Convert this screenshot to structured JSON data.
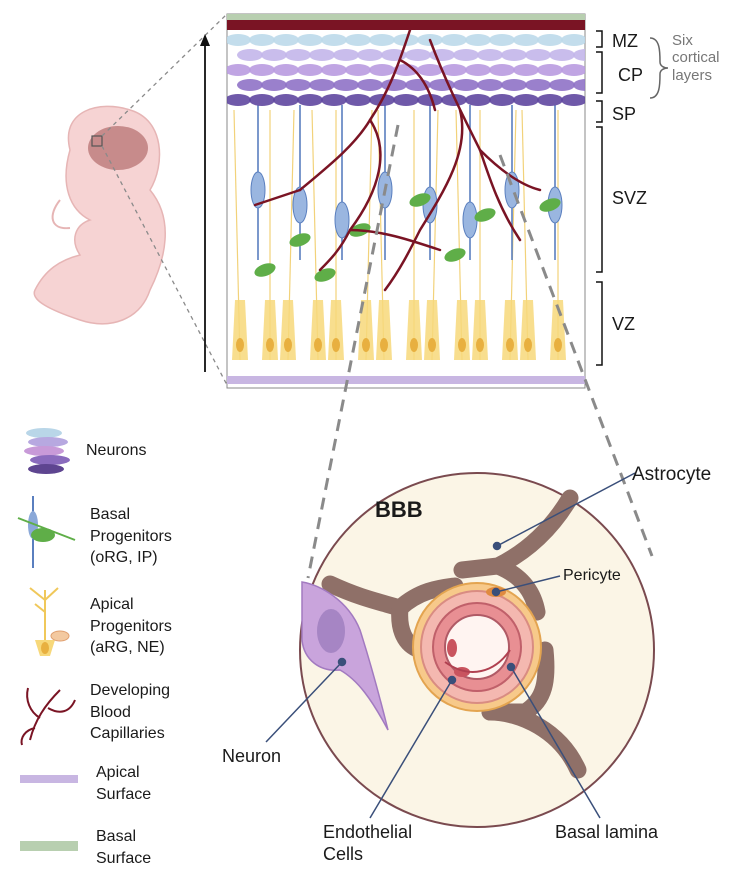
{
  "zones": {
    "mz": "MZ",
    "cp": "CP",
    "sp": "SP",
    "svz": "SVZ",
    "vz": "VZ",
    "six_cortical": [
      "Six",
      "cortical",
      "layers"
    ]
  },
  "legend": {
    "neurons": [
      "Neurons"
    ],
    "basal_progenitors": [
      "Basal",
      "Progenitors",
      "(oRG, IP)"
    ],
    "apical_progenitors": [
      "Apical",
      "Progenitors",
      "(aRG, NE)"
    ],
    "blood_capillaries": [
      "Developing",
      "Blood",
      "Capillaries"
    ],
    "apical_surface": [
      "Apical",
      "Surface"
    ],
    "basal_surface": [
      "Basal",
      "Surface"
    ]
  },
  "bbb": {
    "title": "BBB",
    "astrocyte": "Astrocyte",
    "pericyte": "Pericyte",
    "neuron": "Neuron",
    "endothelial": [
      "Endothelial",
      "Cells"
    ],
    "basal_lamina": "Basal lamina"
  },
  "colors": {
    "capillary": "#7a1424",
    "neuron_purple": "#7b5ea8",
    "basal_green": "#5fae48",
    "apical_yellow": "#f0c85a",
    "apical_surface": "#c8b6e2",
    "basal_surface": "#b8cfb0",
    "bbb_bg": "#fbf5e6"
  }
}
